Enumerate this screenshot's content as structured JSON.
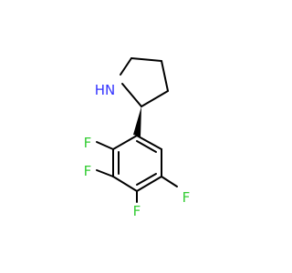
{
  "molecule": {
    "atoms": {
      "nh_label": "HN",
      "f1_label": "F",
      "f2_label": "F",
      "f3_label": "F",
      "f4_label": "F"
    },
    "colors": {
      "nitrogen": "#3333ff",
      "fluorine": "#33cc33",
      "bond": "#000000",
      "background": "#ffffff"
    }
  }
}
